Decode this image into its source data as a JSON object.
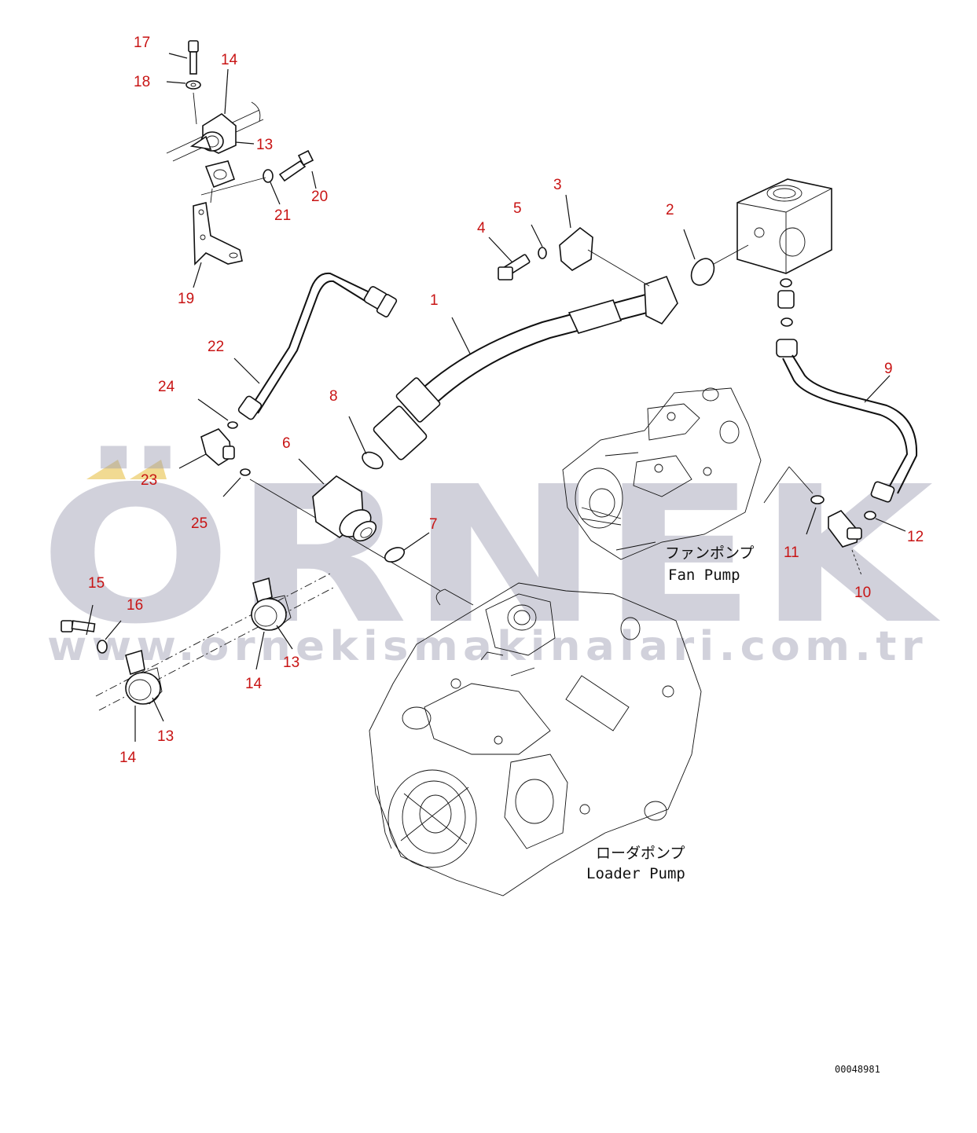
{
  "callouts": {
    "c1": "1",
    "c2": "2",
    "c3": "3",
    "c4": "4",
    "c5": "5",
    "c6": "6",
    "c7": "7",
    "c8": "8",
    "c9": "9",
    "c10": "10",
    "c11": "11",
    "c12": "12",
    "c13a": "13",
    "c13b": "13",
    "c13c": "13",
    "c14a": "14",
    "c14b": "14",
    "c14c": "14",
    "c15": "15",
    "c16": "16",
    "c17": "17",
    "c18": "18",
    "c19": "19",
    "c20": "20",
    "c21": "21",
    "c22": "22",
    "c23": "23",
    "c24": "24",
    "c25": "25"
  },
  "labels": {
    "fan_pump_jp": "ファンポンプ",
    "fan_pump_en": "Fan Pump",
    "loader_pump_jp": "ローダポンプ",
    "loader_pump_en": "Loader Pump"
  },
  "drawing_number": "00048981",
  "watermark": {
    "brand": "ÖRNEK",
    "url": "www.ornekismakinalari.com.tr"
  },
  "colors": {
    "callout": "#c81414",
    "line": "#111111",
    "watermark": "#9a9ab0",
    "watermark_accent": "#e8c24a"
  }
}
